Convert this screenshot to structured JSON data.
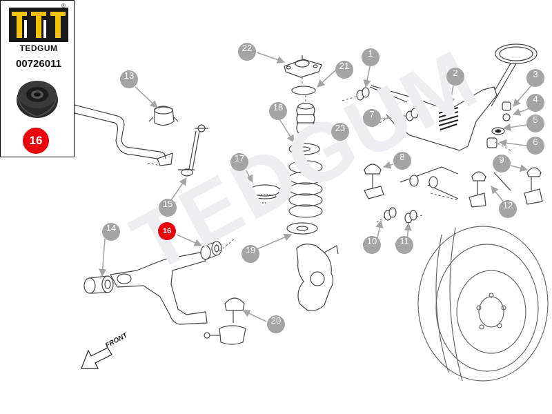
{
  "brand": {
    "name": "TEDGUM",
    "registered_mark": "®",
    "part_number": "00726011",
    "highlight_number": "16",
    "highlight_color": "#e8000b"
  },
  "diagram": {
    "watermark": "TEDGUM",
    "front_label": "FRONT",
    "callout_color": "#a4a4a4",
    "callouts": [
      "1",
      "2",
      "3",
      "4",
      "5",
      "6",
      "7",
      "8",
      "9",
      "10",
      "11",
      "12",
      "13",
      "14",
      "15",
      "16",
      "17",
      "18",
      "19",
      "20",
      "21",
      "22",
      "23"
    ]
  }
}
